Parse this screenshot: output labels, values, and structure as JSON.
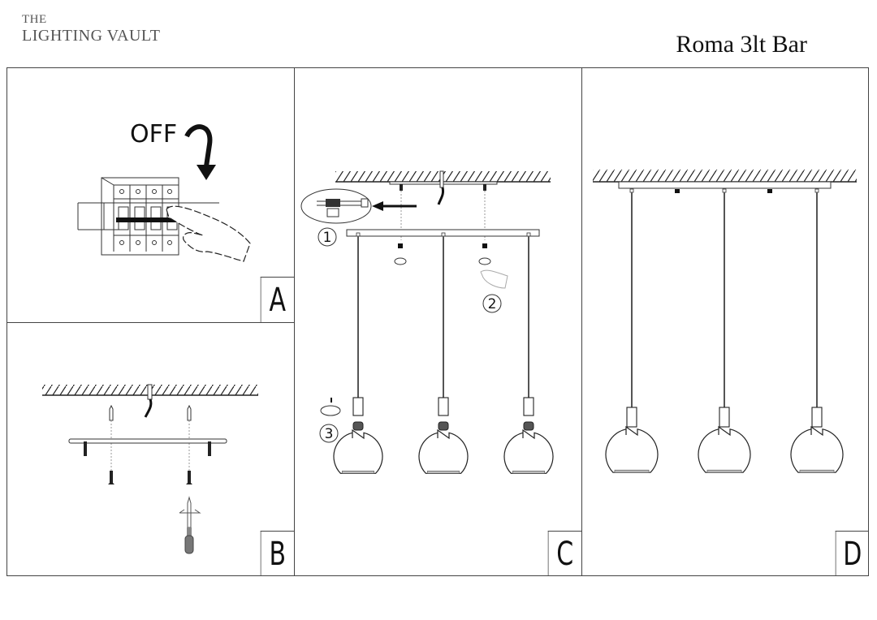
{
  "header": {
    "brand_line1": "THE",
    "brand_line2": "LIGHTING VAULT",
    "product_title": "Roma 3lt Bar"
  },
  "panels": [
    {
      "id": "A",
      "label": "A",
      "description": "Switch power off at the breaker",
      "text": "OFF"
    },
    {
      "id": "B",
      "label": "B",
      "description": "Fix mounting bracket to ceiling with wall plugs and screws"
    },
    {
      "id": "C",
      "label": "C",
      "description": "Connect wiring, attach canopy, fit bulbs",
      "steps": [
        "1",
        "2",
        "3"
      ]
    },
    {
      "id": "D",
      "label": "D",
      "description": "Finished installation with three pendant lights"
    }
  ],
  "colors": {
    "line": "#444444",
    "ink": "#111111",
    "brand": "#555555"
  }
}
